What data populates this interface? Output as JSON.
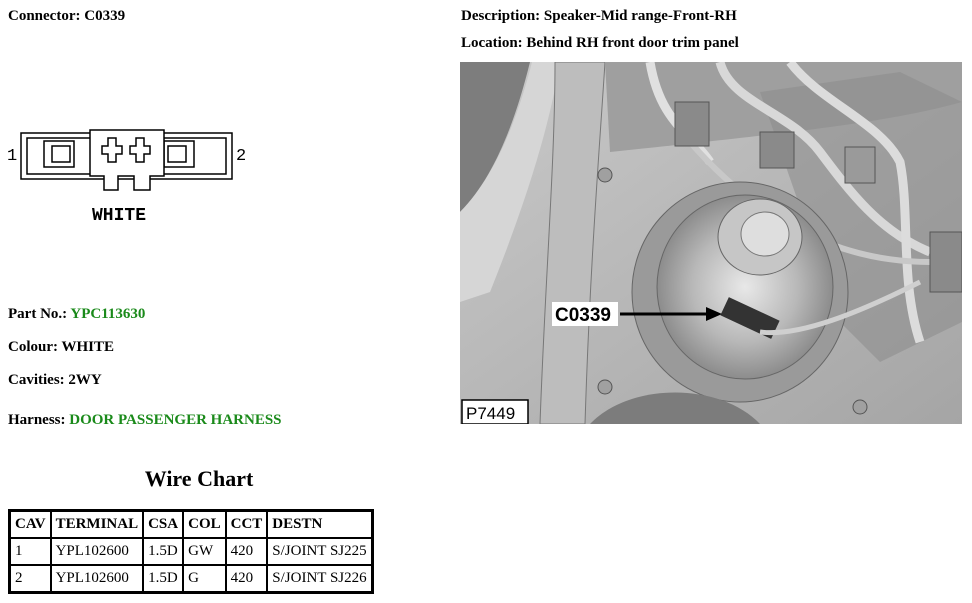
{
  "connector": {
    "label": "Connector:",
    "value": "C0339"
  },
  "description": {
    "label": "Description:",
    "value": "Speaker-Mid range-Front-RH"
  },
  "location": {
    "label": "Location:",
    "value": "Behind RH front door trim panel"
  },
  "diagram": {
    "pin_left": "1",
    "pin_right": "2",
    "color_label": "WHITE"
  },
  "part_no": {
    "label": "Part No.:",
    "value": "YPC113630"
  },
  "colour": {
    "label": "Colour:",
    "value": "WHITE"
  },
  "cavities": {
    "label": "Cavities:",
    "value": "2WY"
  },
  "harness": {
    "label": "Harness:",
    "value": "DOOR PASSENGER HARNESS"
  },
  "photo": {
    "callout": "C0339",
    "figure_id": "P7449"
  },
  "wire_chart": {
    "title": "Wire Chart",
    "headers": [
      "CAV",
      "TERMINAL",
      "CSA",
      "COL",
      "CCT",
      "DESTN"
    ],
    "rows": [
      [
        "1",
        "YPL102600",
        "1.5D",
        "GW",
        "420",
        "S/JOINT SJ225"
      ],
      [
        "2",
        "YPL102600",
        "1.5D",
        "G",
        "420",
        "S/JOINT SJ226"
      ]
    ]
  },
  "colors": {
    "highlight": "#1a8a1a"
  }
}
